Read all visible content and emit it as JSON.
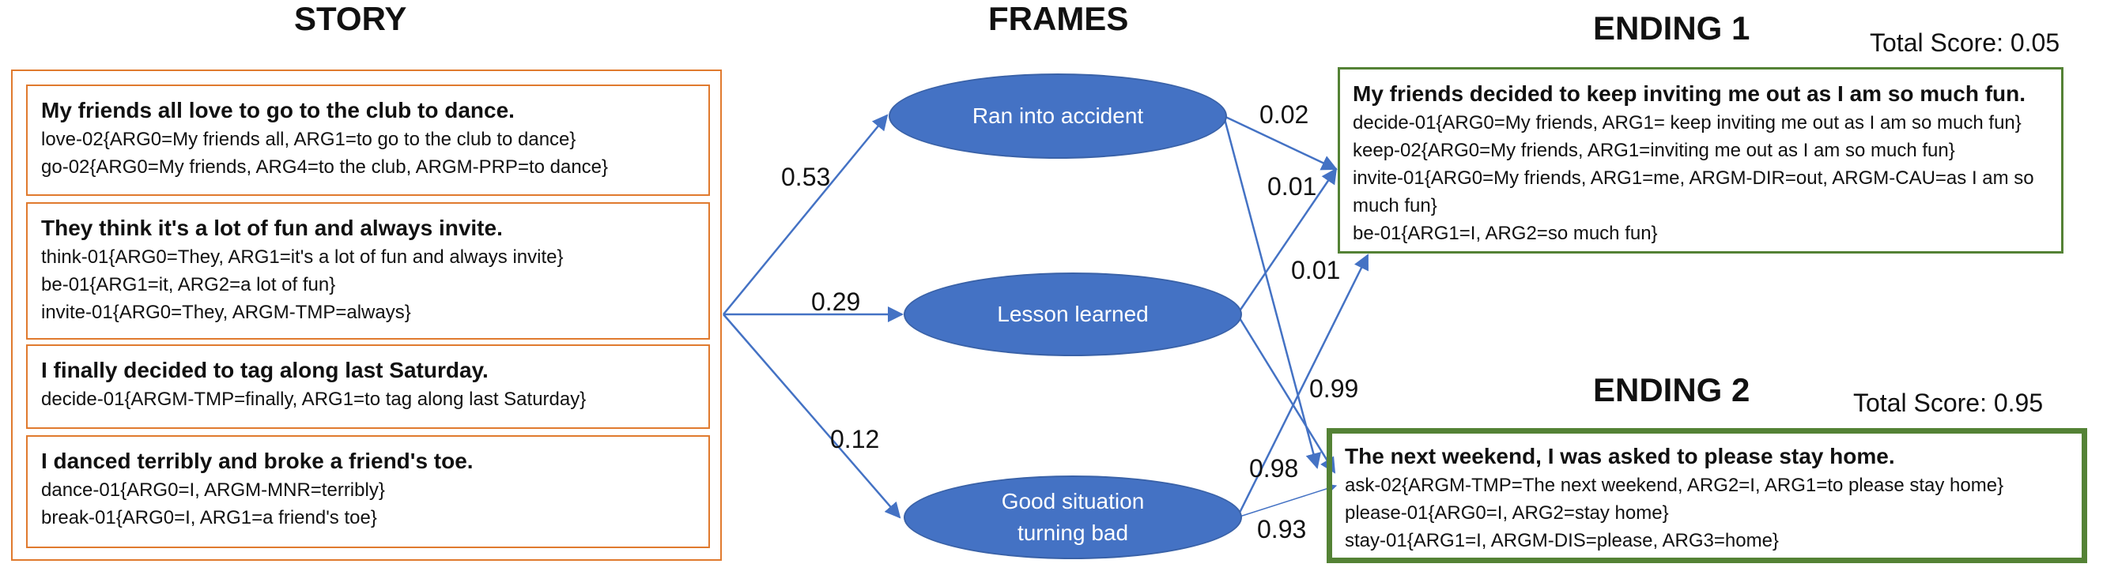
{
  "headings": {
    "story": "STORY",
    "frames": "FRAMES",
    "ending1": "ENDING 1",
    "ending2": "ENDING 2"
  },
  "scores": {
    "ending1": "Total Score: 0.05",
    "ending2": "Total Score: 0.95"
  },
  "story": [
    {
      "sentence": "My friends all love to go to the club to dance.",
      "frames": [
        "love-02{ARG0=My friends all, ARG1=to go to the club to dance}",
        "go-02{ARG0=My friends, ARG4=to the club, ARGM-PRP=to dance}"
      ]
    },
    {
      "sentence": "They think it's a lot of fun and always invite.",
      "frames": [
        "think-01{ARG0=They, ARG1=it's a lot of fun and always invite}",
        "be-01{ARG1=it, ARG2=a lot of fun}",
        "invite-01{ARG0=They, ARGM-TMP=always}"
      ]
    },
    {
      "sentence": "I finally decided to tag along last Saturday.",
      "frames": [
        "decide-01{ARGM-TMP=finally, ARG1=to tag along last Saturday}"
      ]
    },
    {
      "sentence": "I danced terribly and broke a friend's toe.",
      "frames": [
        "dance-01{ARG0=I, ARGM-MNR=terribly}",
        "break-01{ARG0=I, ARG1=a friend's toe}"
      ]
    }
  ],
  "frame_nodes": [
    {
      "label": "Ran into accident"
    },
    {
      "label": "Lesson learned"
    },
    {
      "label": "Good situation turning bad"
    }
  ],
  "endings": [
    {
      "sentence": "My friends decided to keep inviting me out as I am so much fun.",
      "frames": [
        "decide-01{ARG0=My friends, ARG1= keep inviting me out as I am so much fun}",
        "keep-02{ARG0=My friends, ARG1=inviting me out as I am so much fun}",
        "invite-01{ARG0=My friends, ARG1=me, ARGM-DIR=out, ARGM-CAU=as I am so much fun}",
        "be-01{ARG1=I, ARG2=so much fun}"
      ]
    },
    {
      "sentence": "The next weekend, I was asked to please stay home.",
      "frames": [
        "ask-02{ARGM-TMP=The next weekend, ARG2=I, ARG1=to please stay home}",
        "please-01{ARG0=I, ARG2=stay home}",
        "stay-01{ARG1=I, ARGM-DIS=please, ARG3=home}"
      ]
    }
  ],
  "story_edges": [
    {
      "to": "Ran into accident",
      "weight": "0.53"
    },
    {
      "to": "Lesson learned",
      "weight": "0.29"
    },
    {
      "to": "Good situation turning bad",
      "weight": "0.12"
    }
  ],
  "ending_edges": [
    {
      "from": "Ran into accident",
      "to": "ENDING 1",
      "weight": "0.02"
    },
    {
      "from": "Lesson learned",
      "to": "ENDING 1",
      "weight": "0.01"
    },
    {
      "from": "Good situation turning bad",
      "to": "ENDING 1",
      "weight": "0.01"
    },
    {
      "from": "Ran into accident",
      "to": "ENDING 2",
      "weight": "0.99"
    },
    {
      "from": "Lesson learned",
      "to": "ENDING 2",
      "weight": "0.98"
    },
    {
      "from": "Good situation turning bad",
      "to": "ENDING 2",
      "weight": "0.93"
    }
  ],
  "colors": {
    "story_border": "#e07a2e",
    "ending_border": "#548235",
    "node_fill": "#4472c4",
    "edge": "#4472c4"
  }
}
